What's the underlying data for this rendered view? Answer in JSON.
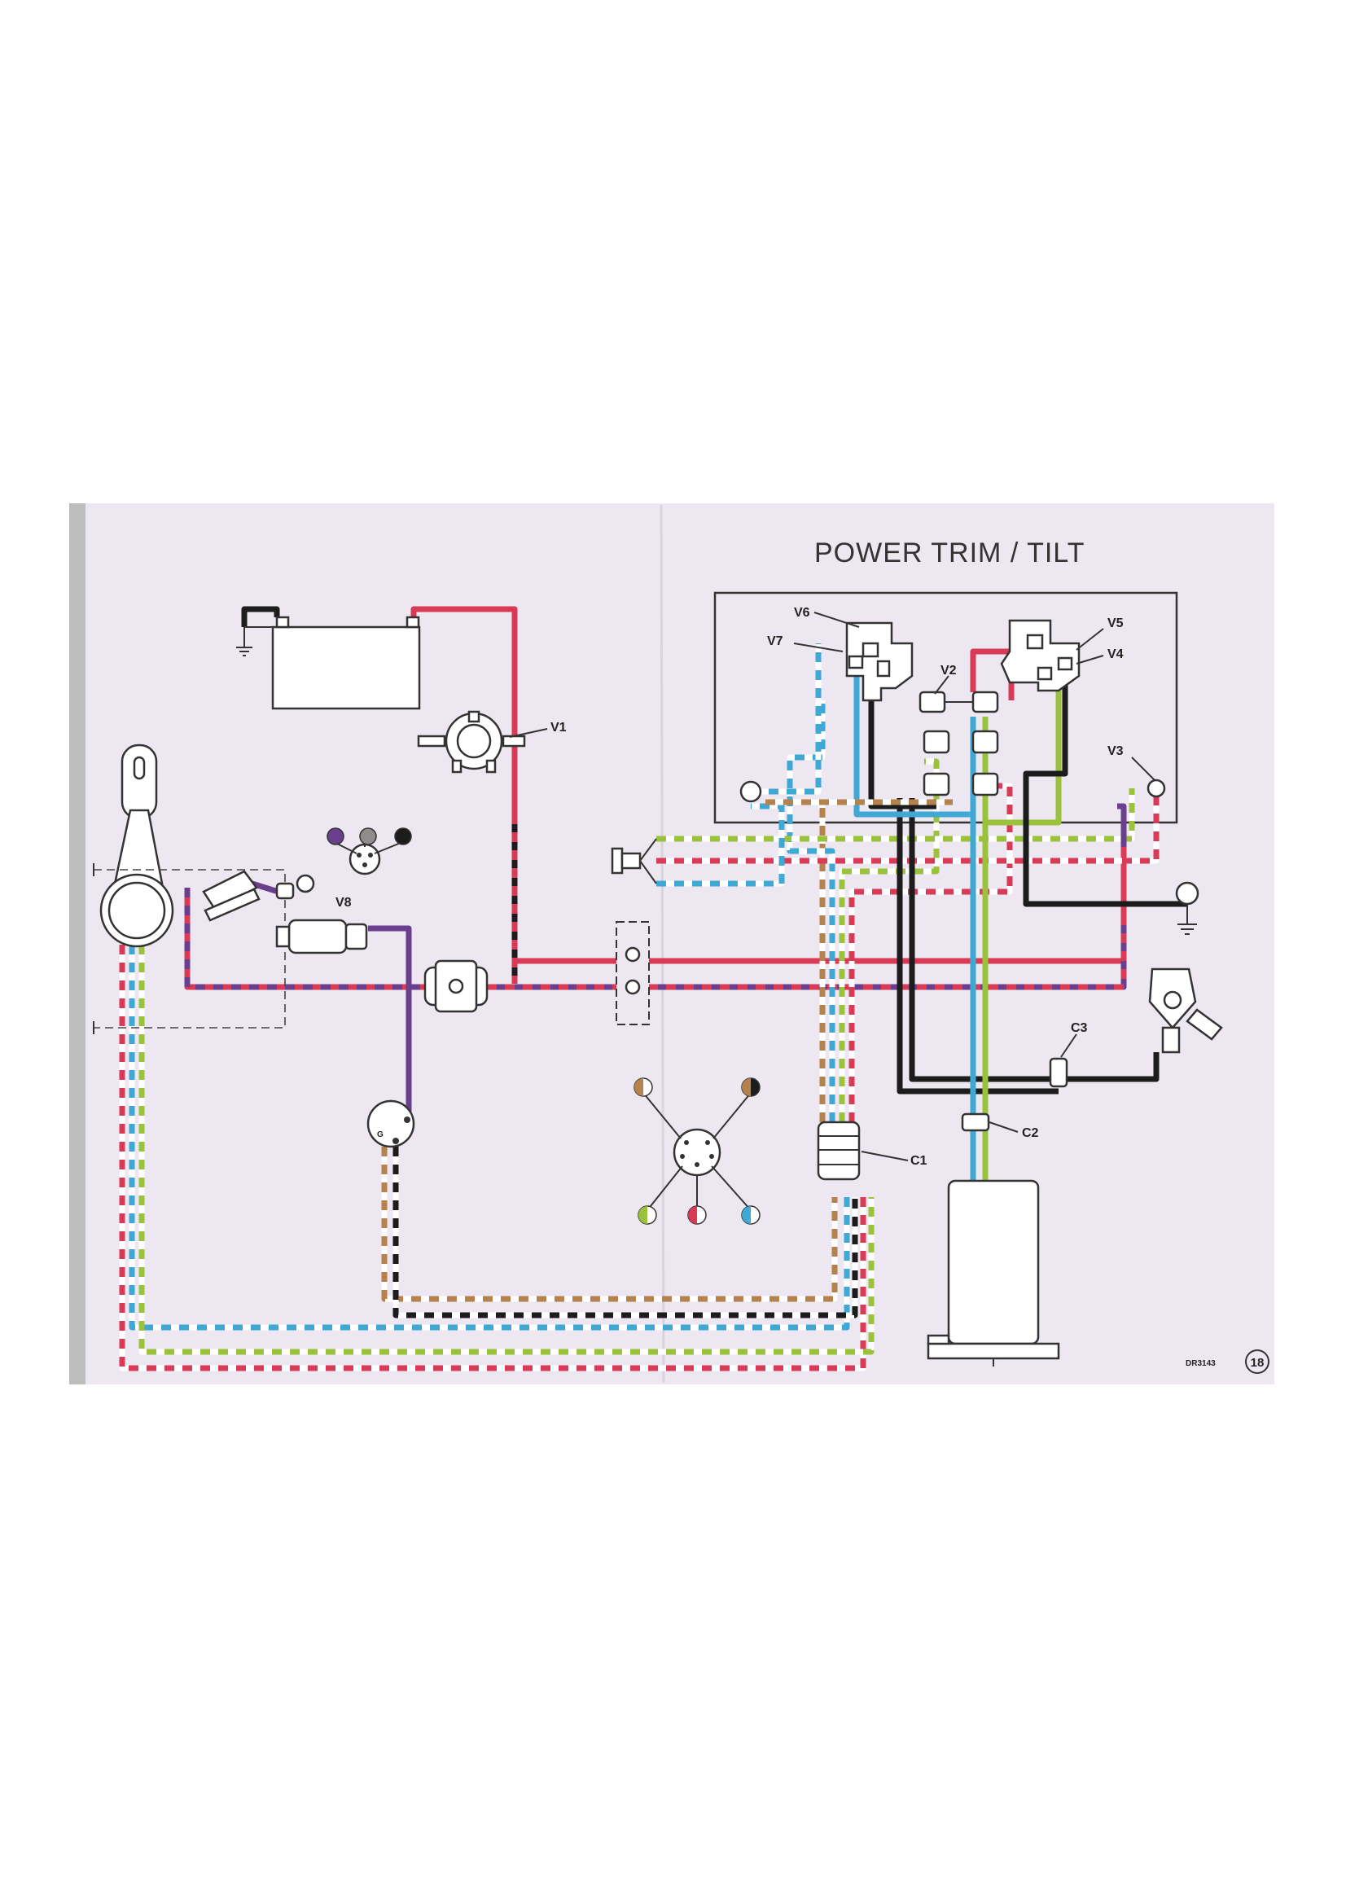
{
  "diagram": {
    "title": "POWER TRIM / TILT",
    "labels": {
      "v1": "V1",
      "v2": "V2",
      "v3": "V3",
      "v4": "V4",
      "v5": "V5",
      "v6": "V6",
      "v7": "V7",
      "v8": "V8",
      "c1": "C1",
      "c2": "C2",
      "c3": "C3"
    },
    "drawing_code": "DR3143",
    "page_number": "18",
    "pin_g": "G"
  },
  "wire_colors": {
    "red": "#d93a55",
    "blue": "#3fa8d4",
    "green": "#9ac23c",
    "black": "#1c1c1c",
    "purple": "#6a3f8e",
    "brown": "#b5824e",
    "white": "#ffffff",
    "paper": "#ece7f0"
  }
}
